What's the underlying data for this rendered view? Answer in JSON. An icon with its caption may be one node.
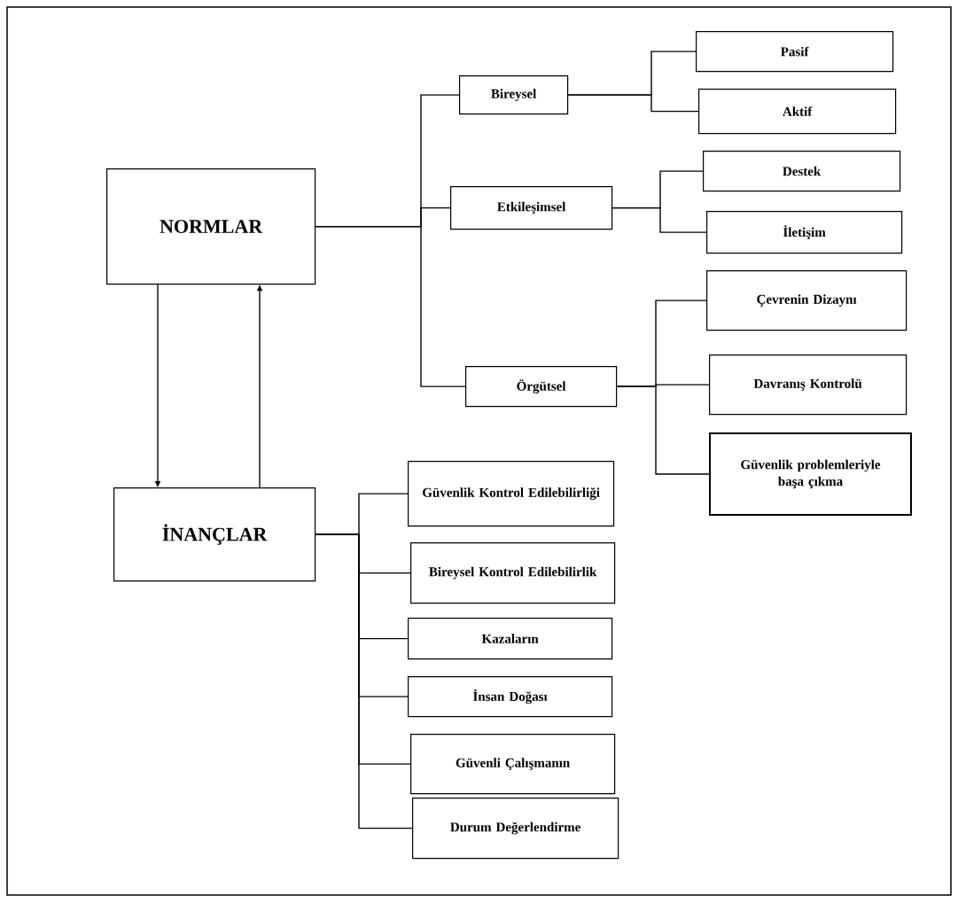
{
  "diagram": {
    "nodes": [
      {
        "text": [
          "NORMLAR"
        ]
      },
      {
        "text": [
          "İNANÇLAR"
        ]
      },
      {
        "text": [
          "Bireysel"
        ]
      },
      {
        "text": [
          "Etkileşimsel"
        ]
      },
      {
        "text": [
          "Örgütsel"
        ]
      },
      {
        "text": [
          "Pasif"
        ]
      },
      {
        "text": [
          "Aktif"
        ]
      },
      {
        "text": [
          "Destek"
        ]
      },
      {
        "text": [
          "İletişim"
        ]
      },
      {
        "text": [
          "Çevrenin Dizaynı"
        ]
      },
      {
        "text": [
          "Davranış Kontrolü"
        ]
      },
      {
        "text": [
          "Güvenlik problemleriyle başa çıkma"
        ]
      },
      {
        "text": [
          "Güvenlik Kontrol Edilebilirliği"
        ]
      },
      {
        "text": [
          "Bireysel Kontrol Edilebilirlik"
        ]
      },
      {
        "text": [
          "Kazaların"
        ]
      },
      {
        "text": [
          "İnsan Doğası"
        ]
      },
      {
        "text": [
          "Güvenli Çalışmanın"
        ]
      },
      {
        "text": [
          "Durum Değerlendirme"
        ]
      }
    ],
    "edges": [
      {
        "from": 0,
        "to": 1,
        "arrow": "to"
      },
      {
        "from": 1,
        "to": 0,
        "arrow": "to"
      },
      {
        "from": 0,
        "to": 2,
        "arrow": "none"
      },
      {
        "from": 0,
        "to": 3,
        "arrow": "none"
      },
      {
        "from": 0,
        "to": 4,
        "arrow": "none"
      },
      {
        "from": 2,
        "to": 5,
        "arrow": "none"
      },
      {
        "from": 2,
        "to": 6,
        "arrow": "none"
      },
      {
        "from": 3,
        "to": 7,
        "arrow": "none"
      },
      {
        "from": 3,
        "to": 8,
        "arrow": "none"
      },
      {
        "from": 4,
        "to": 9,
        "arrow": "none"
      },
      {
        "from": 4,
        "to": 10,
        "arrow": "none"
      },
      {
        "from": 4,
        "to": 11,
        "arrow": "none"
      },
      {
        "from": 1,
        "to": 12,
        "arrow": "none"
      },
      {
        "from": 1,
        "to": 13,
        "arrow": "none"
      },
      {
        "from": 1,
        "to": 14,
        "arrow": "none"
      },
      {
        "from": 1,
        "to": 15,
        "arrow": "none"
      },
      {
        "from": 1,
        "to": 16,
        "arrow": "none"
      },
      {
        "from": 1,
        "to": 17,
        "arrow": "none"
      }
    ]
  }
}
